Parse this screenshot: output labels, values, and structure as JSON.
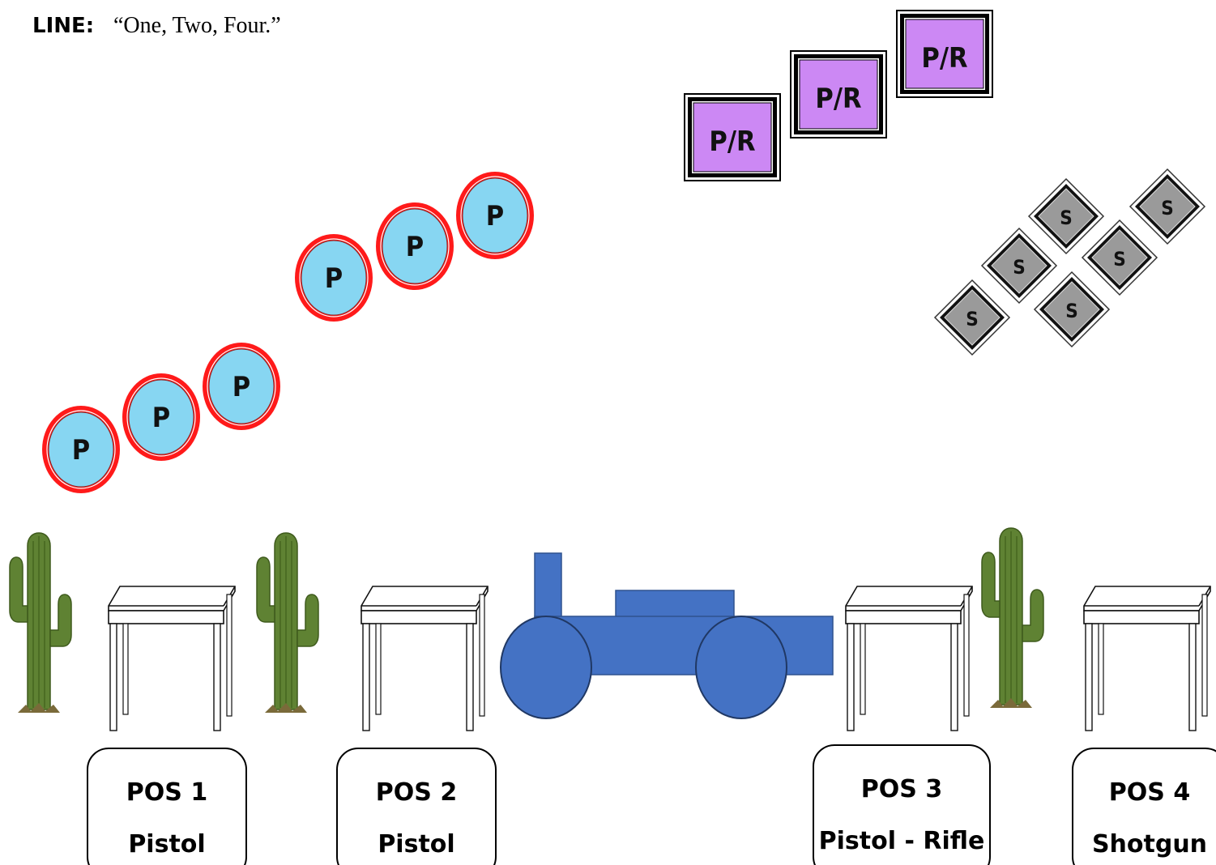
{
  "header": {
    "label": "LINE:",
    "text": "“One, Two, Four.”"
  },
  "targets": {
    "pistol_label": "P",
    "pistol_rifle_label": "P/R",
    "shotgun_label": "S",
    "pistol_count": 6,
    "pistol_rifle_count": 3,
    "shotgun_count": 6
  },
  "positions": [
    {
      "title": "POS 1",
      "weapon": "Pistol"
    },
    {
      "title": "POS 2",
      "weapon": "Pistol"
    },
    {
      "title": "POS 3",
      "weapon": "Pistol - Rifle"
    },
    {
      "title": "POS 4",
      "weapon": "Shotgun"
    }
  ],
  "colors": {
    "pistol_fill": "#87d6f2",
    "pistol_ring": "#ff1a1a",
    "pistol_rifle_fill": "#cc88f4",
    "shotgun_fill": "#9a9a9a",
    "wagon": "#4472c4",
    "wagon_stroke": "#2f528f",
    "cactus": "#5a7a2e"
  }
}
